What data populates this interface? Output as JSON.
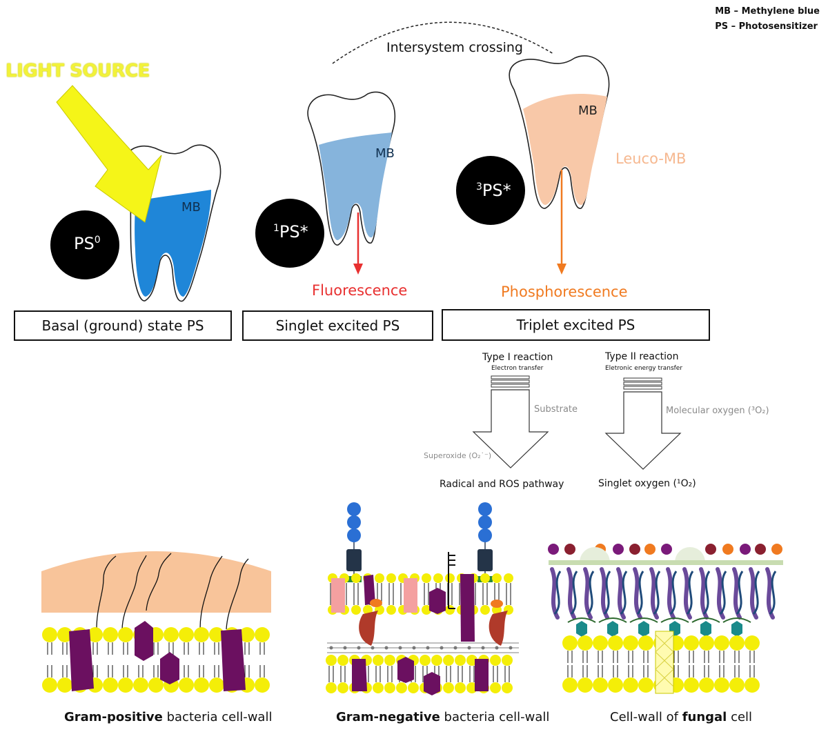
{
  "legend": {
    "mb": "MB – Methylene blue",
    "ps": "PS – Photosensitizer"
  },
  "light_source": "LIGHT SOURCE",
  "intersystem_crossing": "Intersystem crossing",
  "teeth": {
    "mb_label": "MB",
    "leuco_mb": "Leuco-MB"
  },
  "ps_states": {
    "ground": {
      "base": "PS",
      "sup": "0"
    },
    "singlet": {
      "pre": "1",
      "base": "PS*"
    },
    "triplet": {
      "pre": "3",
      "base": "PS*"
    }
  },
  "emission": {
    "fluorescence": "Fluorescence",
    "phosphorescence": "Phosphorescence"
  },
  "state_boxes": {
    "basal": "Basal (ground) state PS",
    "singlet": "Singlet excited PS",
    "triplet": "Triplet excited PS"
  },
  "reactions": {
    "type1": {
      "title": "Type I reaction",
      "subtitle": "Electron transfer",
      "reactant": "Substrate",
      "side_product": "Superoxide (O₂˙⁻)",
      "result": "Radical and ROS pathway"
    },
    "type2": {
      "title": "Type II reaction",
      "subtitle": "Eletronic energy transfer",
      "reactant": "Molecular oxygen (³O₂)",
      "result": "Singlet oxygen (¹O₂)"
    }
  },
  "cell_walls": {
    "gram_positive": {
      "bold": "Gram-positive",
      "rest": " bacteria cell-wall"
    },
    "gram_negative": {
      "bold": "Gram-negative",
      "rest": " bacteria cell-wall"
    },
    "fungal": {
      "pre": "Cell-wall of ",
      "bold": "fungal",
      "post": " cell"
    }
  },
  "colors": {
    "light": "#f5f518",
    "mb_ground": "#1f86d8",
    "mb_singlet": "#86b4dc",
    "mb_triplet": "#f8c8a8",
    "fluorescence": "#e83030",
    "phosphorescence": "#f07a20",
    "leuco": "#f6b890",
    "lipid_head": "#f4ee08",
    "protein": "#6b1060",
    "peptidoglycan": "#f8c49a"
  }
}
